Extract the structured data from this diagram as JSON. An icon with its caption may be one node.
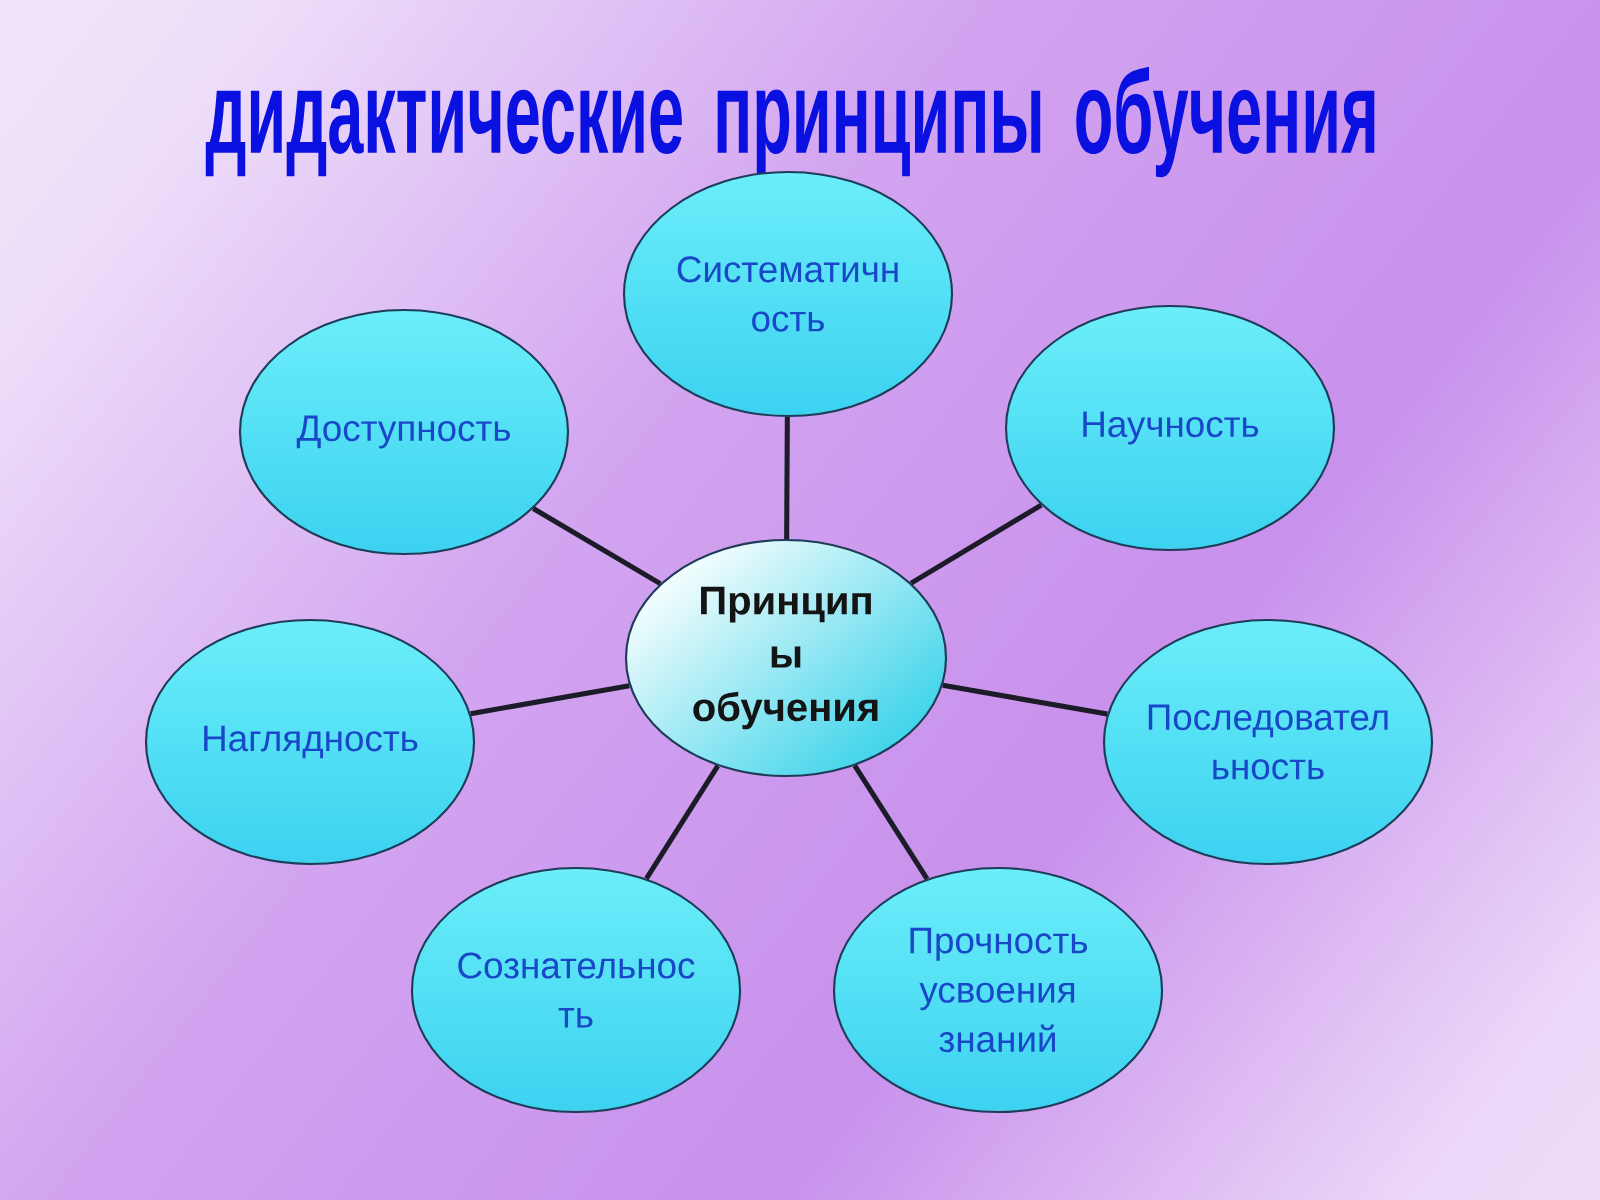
{
  "diagram": {
    "title": "дидактические принципы обучения",
    "nodes": [
      {
        "text": [
          "Систематичн ость"
        ]
      },
      {
        "text": [
          "Доступность"
        ]
      },
      {
        "text": [
          "Научность"
        ]
      },
      {
        "text": [
          "Принцип ы обучения"
        ]
      },
      {
        "text": [
          "Наглядность"
        ]
      },
      {
        "text": [
          "Последовател ьность"
        ]
      },
      {
        "text": [
          "Сознательнос ть"
        ]
      },
      {
        "text": [
          "Прочность усвоения знаний"
        ]
      }
    ],
    "edges": [
      {
        "from": 3,
        "to": 0,
        "arrow": "none"
      },
      {
        "from": 3,
        "to": 1,
        "arrow": "none"
      },
      {
        "from": 3,
        "to": 2,
        "arrow": "none"
      },
      {
        "from": 3,
        "to": 4,
        "arrow": "none"
      },
      {
        "from": 3,
        "to": 5,
        "arrow": "none"
      },
      {
        "from": 3,
        "to": 6,
        "arrow": "none"
      },
      {
        "from": 3,
        "to": 7,
        "arrow": "none"
      }
    ]
  }
}
